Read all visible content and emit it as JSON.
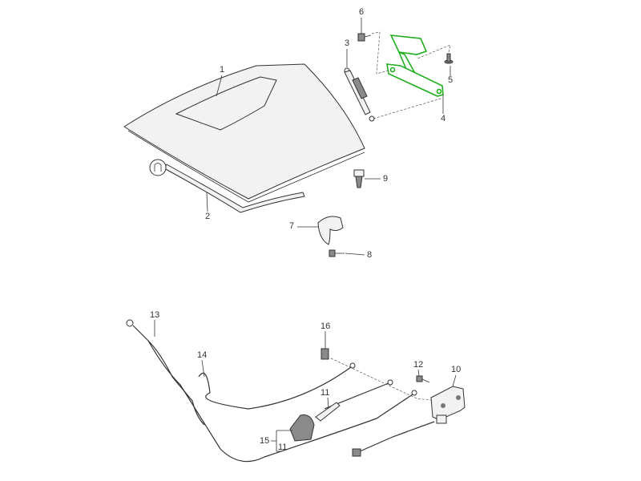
{
  "diagram": {
    "title": "Front lid, lid hinge, lid lock and release cable",
    "highlight_color": "#1fae1f",
    "callouts": {
      "c1": "1",
      "c2": "2",
      "c3": "3",
      "c4": "4",
      "c5": "5",
      "c6": "6",
      "c7": "7",
      "c8": "8",
      "c9": "9",
      "c10": "10",
      "c11a": "11",
      "c11b": "11",
      "c12": "12",
      "c13": "13",
      "c14": "14",
      "c15": "15",
      "c16": "16"
    }
  }
}
